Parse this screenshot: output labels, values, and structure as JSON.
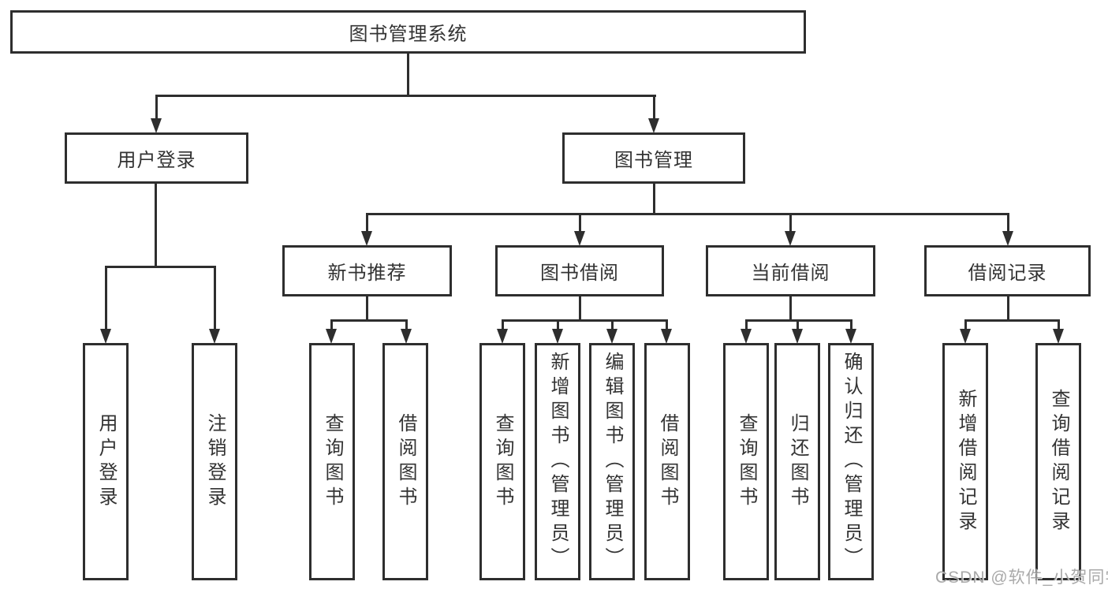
{
  "diagram_title": "图书管理系统",
  "colors": {
    "line": "#2e2e2e",
    "border": "#2e2e2e",
    "text": "#333333",
    "background": "#ffffff",
    "watermark": "#a0a0a0"
  },
  "tree": {
    "root": {
      "label": "图书管理系统"
    },
    "branches": [
      {
        "label": "用户登录",
        "leaves": [
          {
            "label": "用户登录"
          },
          {
            "label": "注销登录"
          }
        ]
      },
      {
        "label": "图书管理",
        "groups": [
          {
            "label": "新书推荐",
            "leaves": [
              {
                "label": "查询图书"
              },
              {
                "label": "借阅图书"
              }
            ]
          },
          {
            "label": "图书借阅",
            "leaves": [
              {
                "label": "查询图书"
              },
              {
                "label": "新增图书（管理员）"
              },
              {
                "label": "编辑图书（管理员）"
              },
              {
                "label": "借阅图书"
              }
            ]
          },
          {
            "label": "当前借阅",
            "leaves": [
              {
                "label": "查询图书"
              },
              {
                "label": "归还图书"
              },
              {
                "label": "确认归还（管理员）"
              }
            ]
          },
          {
            "label": "借阅记录",
            "leaves": [
              {
                "label": "新增借阅记录"
              },
              {
                "label": "查询借阅记录"
              }
            ]
          }
        ]
      }
    ]
  },
  "watermark": {
    "text": "CSDN @软件_小贺同学"
  }
}
